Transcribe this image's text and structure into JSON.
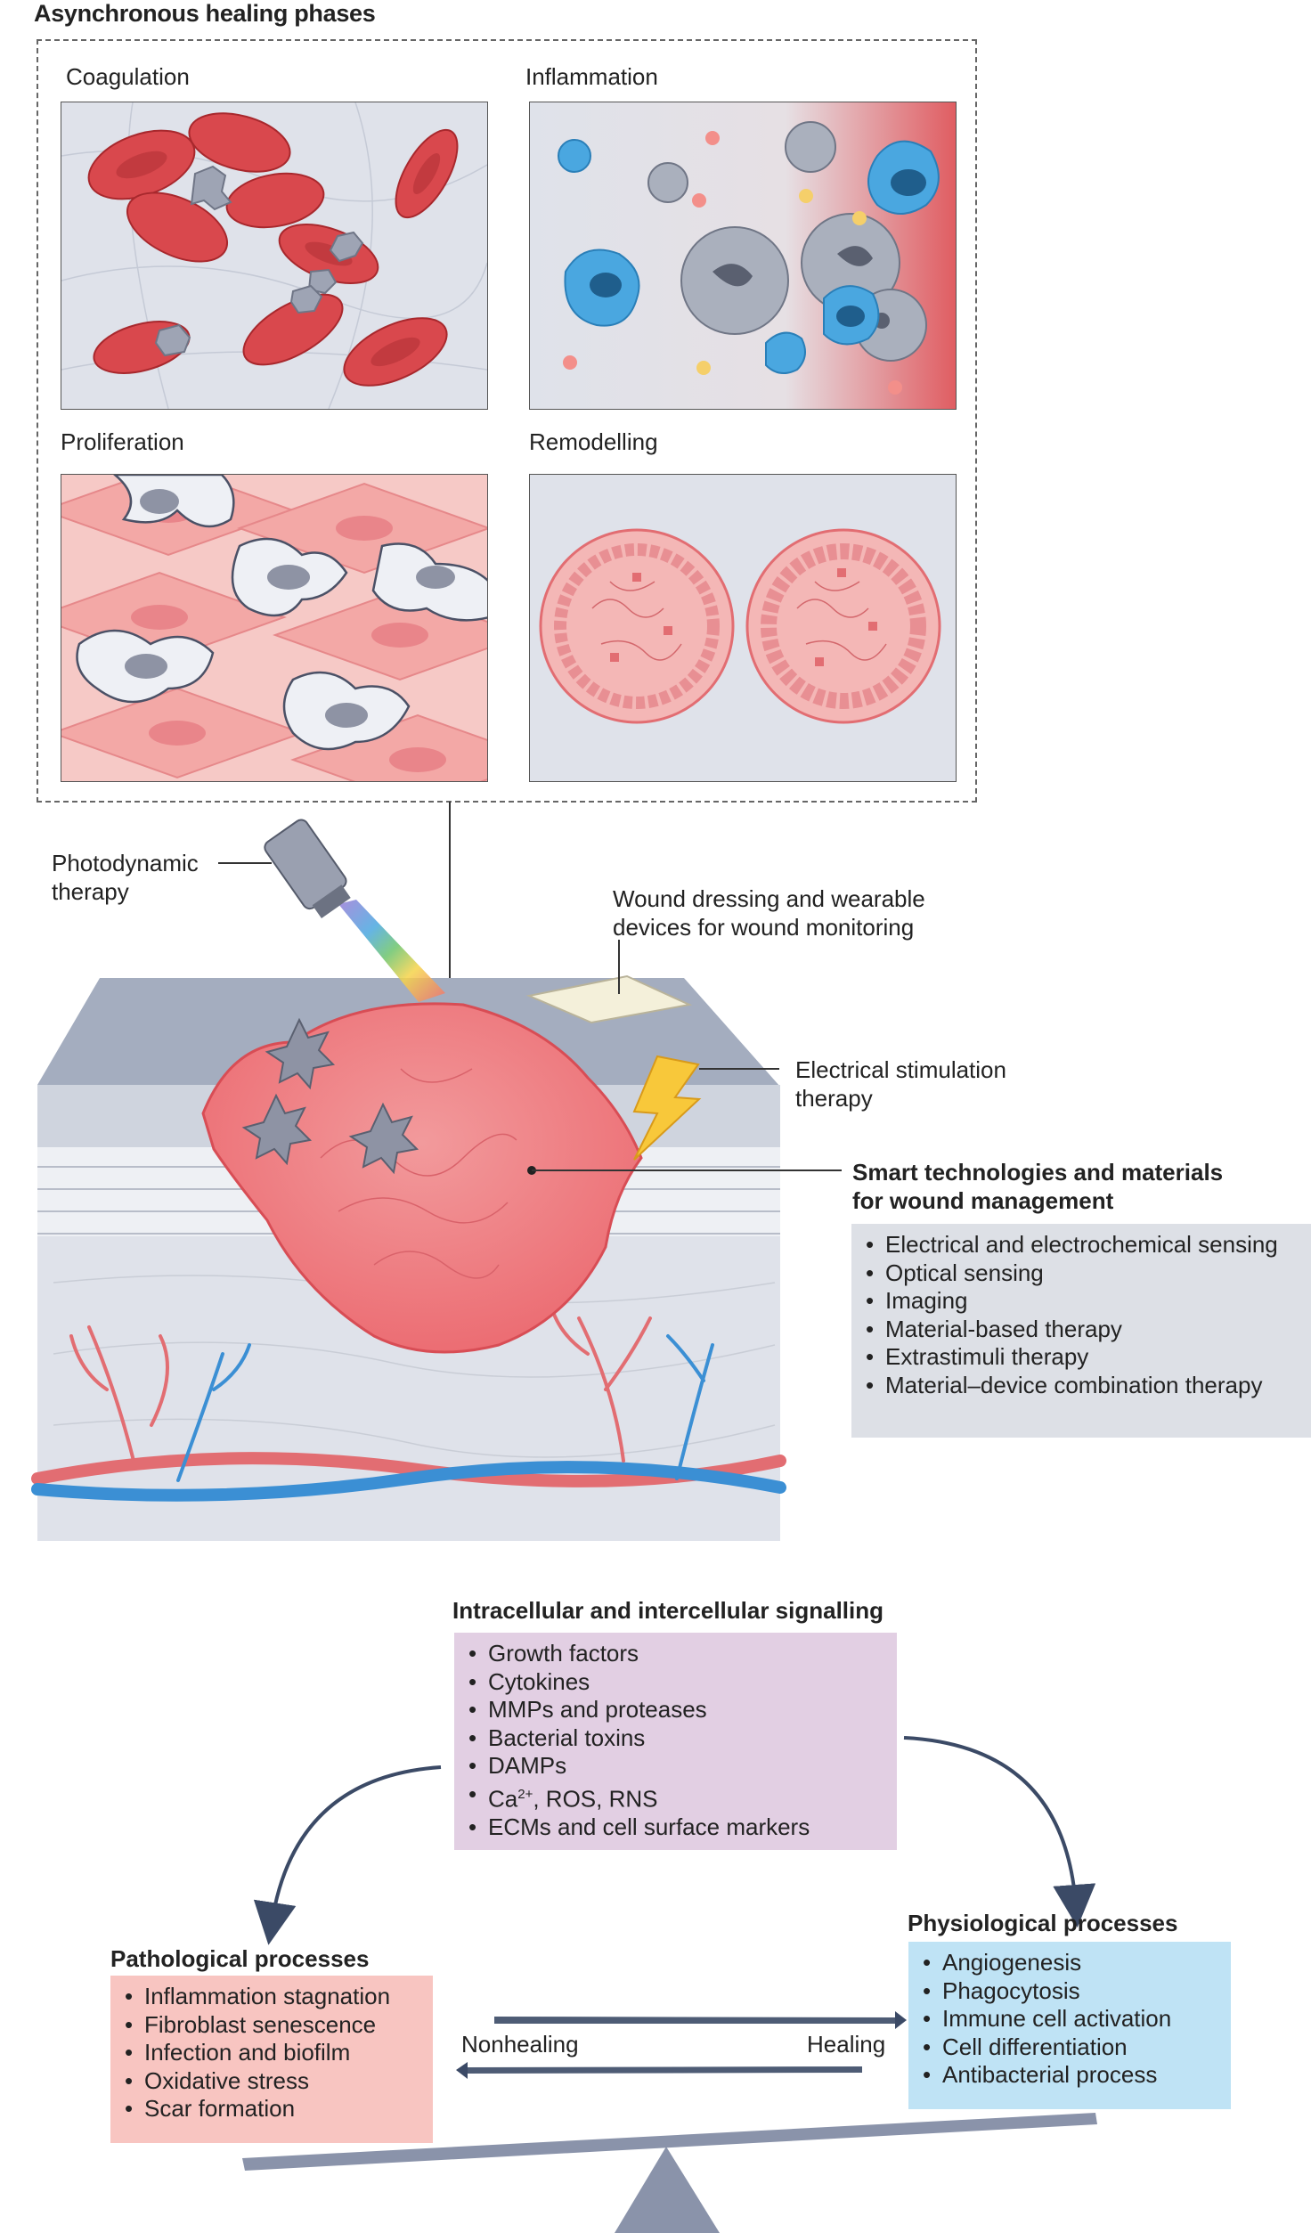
{
  "header": {
    "title": "Asynchronous healing phases"
  },
  "phases": [
    {
      "label": "Coagulation"
    },
    {
      "label": "Inflammation"
    },
    {
      "label": "Proliferation"
    },
    {
      "label": "Remodelling"
    }
  ],
  "wound": {
    "photodynamic": [
      "Photodynamic",
      "therapy"
    ],
    "dressing": [
      "Wound dressing and wearable",
      "devices for wound monitoring"
    ],
    "electrical": [
      "Electrical stimulation",
      "therapy"
    ],
    "smart_title": [
      "Smart technologies and materials",
      "for wound management"
    ],
    "smart_items": [
      "Electrical and electrochemical sensing",
      "Optical sensing",
      "Imaging",
      "Material-based therapy",
      "Extrastimuli therapy",
      "Material–device combination therapy"
    ]
  },
  "signalling": {
    "title": "Intracellular and intercellular signalling",
    "items": [
      "Growth factors",
      "Cytokines",
      "MMPs and proteases",
      "Bacterial toxins",
      "DAMPs",
      "Ca2+, ROS, RNS",
      "ECMs and cell surface markers"
    ],
    "ca_base": "Ca",
    "ca_sup": "2+",
    "ca_rest": ", ROS, RNS"
  },
  "pathological": {
    "title": "Pathological processes",
    "items": [
      "Inflammation stagnation",
      "Fibroblast senescence",
      "Infection and biofilm",
      "Oxidative stress",
      "Scar formation"
    ]
  },
  "physiological": {
    "title": "Physiological processes",
    "items": [
      "Angiogenesis",
      "Phagocytosis",
      "Immune cell activation",
      "Cell differentiation",
      "Antibacterial process"
    ]
  },
  "balance": {
    "left_label": "Nonhealing",
    "right_label": "Healing"
  },
  "colors": {
    "rbc": "#d9484d",
    "wound": "#f07f82",
    "panel_bg": "#dfe2ea",
    "signal_box": "#e2cfe3",
    "patho_box": "#f8c5c1",
    "physio_box": "#bfe3f5",
    "smart_box": "#dde0e6",
    "arrow": "#3b4a66",
    "immune_blue": "#4aa7e0"
  }
}
